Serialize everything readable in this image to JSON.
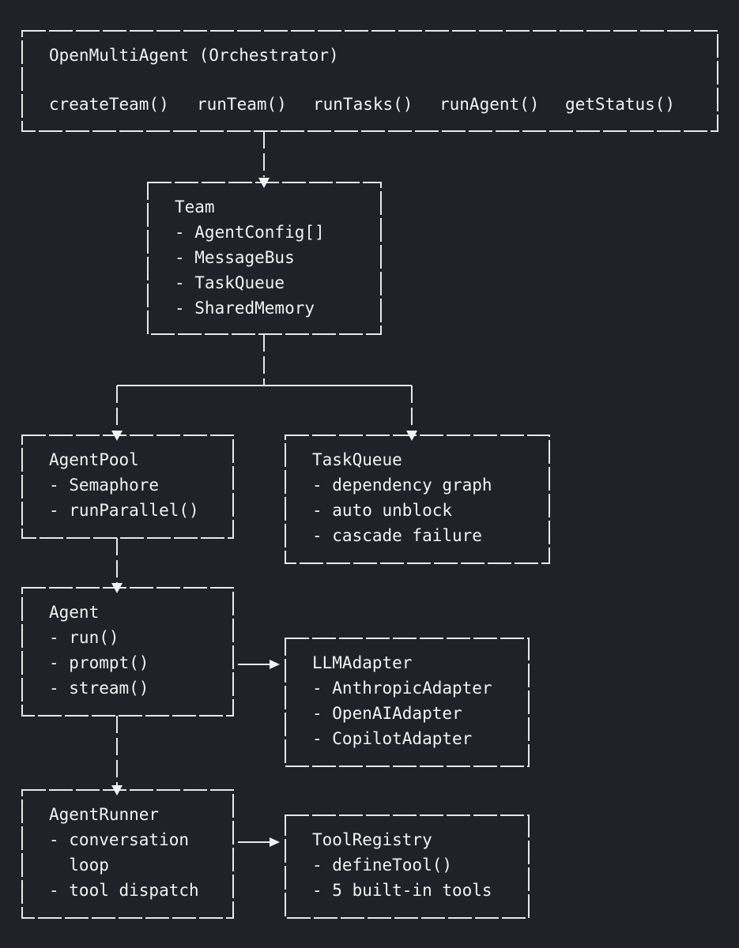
{
  "colors": {
    "background": "#1f2228",
    "foreground": "#f2f2f2",
    "line": "#e8e8e8"
  },
  "orchestrator": {
    "title": "OpenMultiAgent (Orchestrator)",
    "methods": [
      "createTeam()",
      "runTeam()",
      "runTasks()",
      "runAgent()",
      "getStatus()"
    ]
  },
  "team": {
    "title": "Team",
    "items": [
      "- AgentConfig[]",
      "- MessageBus",
      "- TaskQueue",
      "- SharedMemory"
    ]
  },
  "agent_pool": {
    "title": "AgentPool",
    "items": [
      "- Semaphore",
      "- runParallel()"
    ]
  },
  "task_queue": {
    "title": "TaskQueue",
    "items": [
      "- dependency graph",
      "- auto unblock",
      "- cascade failure"
    ]
  },
  "agent": {
    "title": "Agent",
    "items": [
      "- run()",
      "- prompt()",
      "- stream()"
    ]
  },
  "llm_adapter": {
    "title": "LLMAdapter",
    "items": [
      "- AnthropicAdapter",
      "- OpenAIAdapter",
      "- CopilotAdapter"
    ]
  },
  "agent_runner": {
    "title": "AgentRunner",
    "items": [
      "- conversation",
      "  loop",
      "- tool dispatch"
    ]
  },
  "tool_registry": {
    "title": "ToolRegistry",
    "items": [
      "- defineTool()",
      "- 5 built-in tools"
    ]
  }
}
